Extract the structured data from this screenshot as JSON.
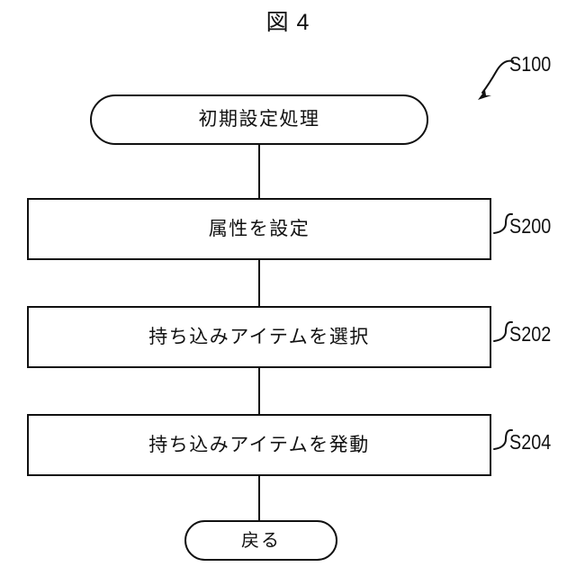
{
  "figure": {
    "title": "図 4",
    "type": "flowchart",
    "language": "ja",
    "background_color": "#ffffff",
    "line_color": "#111111"
  },
  "nodes": [
    {
      "id": "S100",
      "shape": "terminator",
      "label": "初期設定処理",
      "ref_label": "S100",
      "ref_style": "arrow"
    },
    {
      "id": "S200",
      "shape": "process",
      "label": "属性を設定",
      "ref_label": "S200",
      "ref_style": "leader"
    },
    {
      "id": "S202",
      "shape": "process",
      "label": "持ち込みアイテムを選択",
      "ref_label": "S202",
      "ref_style": "leader"
    },
    {
      "id": "S204",
      "shape": "process",
      "label": "持ち込みアイテムを発動",
      "ref_label": "S204",
      "ref_style": "leader"
    },
    {
      "id": "RETURN",
      "shape": "terminator",
      "label": "戻る",
      "ref_label": "",
      "ref_style": "none"
    }
  ],
  "connectors": [
    {
      "from": "S100",
      "to": "S200"
    },
    {
      "from": "S200",
      "to": "S202"
    },
    {
      "from": "S202",
      "to": "S204"
    },
    {
      "from": "S204",
      "to": "RETURN"
    }
  ]
}
